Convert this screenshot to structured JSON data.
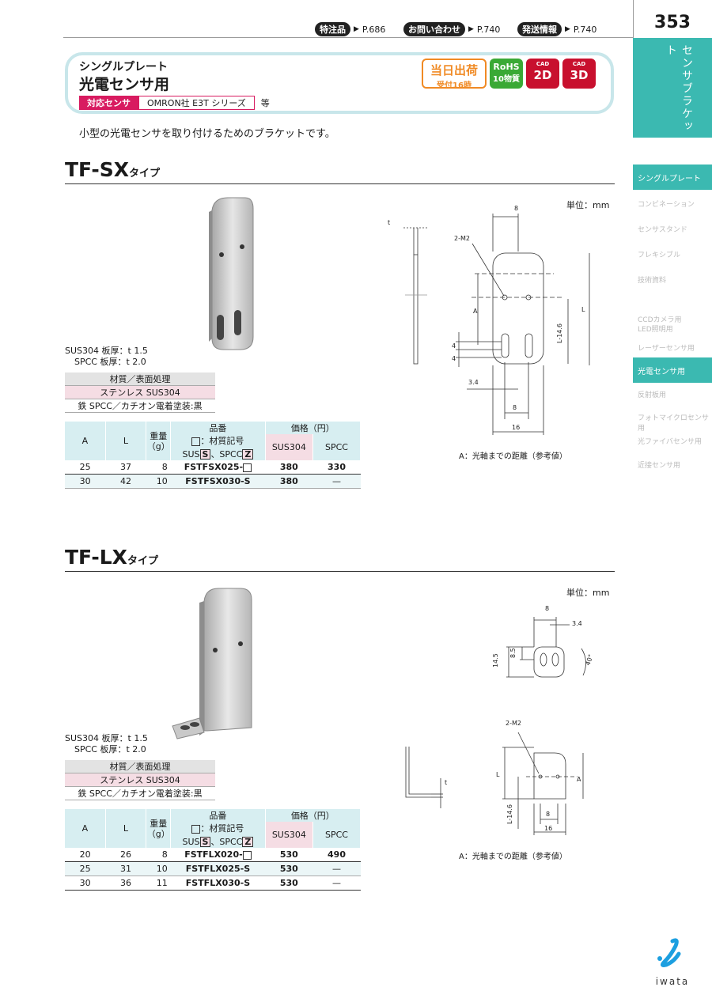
{
  "header": {
    "page_number": "353",
    "refs": [
      {
        "label": "特注品",
        "page": "P.686"
      },
      {
        "label": "お問い合わせ",
        "page": "P.740"
      },
      {
        "label": "発送情報",
        "page": "P.740"
      }
    ]
  },
  "sidebar": {
    "category": "センサブラケット",
    "items": [
      "シングルプレート",
      "コンビネーション",
      "センサスタンド",
      "フレキシブル",
      "技術資料",
      "CCDカメラ用",
      "LED照明用",
      "レーザーセンサ用",
      "光電センサ用",
      "反射板用",
      "フォトマイクロセンサ用",
      "光ファイバセンサ用",
      "近接センサ用"
    ],
    "active": "光電センサ用"
  },
  "product": {
    "line1": "シングルプレート",
    "line2": "光電センサ用",
    "compat_key": "対応センサ",
    "compat_value": "OMRON社 E3T シリーズ",
    "compat_suffix": "等",
    "description": "小型の光電センサを取り付けるためのブラケットです。",
    "badges": {
      "same_day": "当日出荷",
      "same_day_sub": "受付16時",
      "rohs": "RoHS",
      "rohs_sub": "10物質",
      "cad": "CAD",
      "cad2": "2D",
      "cad3": "3D"
    }
  },
  "common": {
    "unit": "単位：mm",
    "spec_sus": "SUS304 板厚：t 1.5",
    "spec_spcc": "SPCC 板厚：t 2.0",
    "mat_header": "材質／表面処理",
    "mat_sus": "ステンレス SUS304",
    "mat_spcc": "鉄 SPCC／カチオン電着塗装:黒",
    "col_a": "A",
    "col_l": "L",
    "col_w1": "重量",
    "col_w2": "（g）",
    "col_part": "品番",
    "col_code": "：材質記号",
    "col_sus_pre": "SUS",
    "col_s": "S",
    "col_spcc_pre": "、SPCC",
    "col_z": "Z",
    "col_price": "価格（円）",
    "col_sus304": "SUS304",
    "col_spcc": "SPCC",
    "note": "A：光軸までの距離（参考値）"
  },
  "sx": {
    "title": "TF-SX",
    "title_suffix": "タイプ",
    "rows": [
      {
        "a": "25",
        "l": "37",
        "w": "8",
        "part": "FSTFSX025-",
        "box": true,
        "sus": "380",
        "spcc": "330"
      },
      {
        "a": "30",
        "l": "42",
        "w": "10",
        "part": "FSTFSX030-S",
        "box": false,
        "sus": "380",
        "spcc": "—"
      }
    ],
    "dims": {
      "t": "t",
      "w8": "8",
      "hole": "2-M2",
      "a": "A",
      "l": "L",
      "l146": "L-14.6",
      "d4a": "4",
      "d4b": "4",
      "d34": "3.4",
      "d8": "8",
      "d16": "16"
    }
  },
  "lx": {
    "title": "TF-LX",
    "title_suffix": "タイプ",
    "rows": [
      {
        "a": "20",
        "l": "26",
        "w": "8",
        "part": "FSTFLX020-",
        "box": true,
        "sus": "530",
        "spcc": "490"
      },
      {
        "a": "25",
        "l": "31",
        "w": "10",
        "part": "FSTFLX025-S",
        "box": false,
        "sus": "530",
        "spcc": "—"
      },
      {
        "a": "30",
        "l": "36",
        "w": "11",
        "part": "FSTFLX030-S",
        "box": false,
        "sus": "530",
        "spcc": "—"
      }
    ],
    "dims": {
      "d8": "8",
      "d34": "3.4",
      "d145": "14.5",
      "d85": "8.5",
      "ang": "40°",
      "hole": "2-M2",
      "l": "L",
      "a": "A",
      "t": "t",
      "l146": "L-14.6",
      "d8b": "8",
      "d16": "16"
    }
  },
  "logo": {
    "text": "iwata"
  }
}
